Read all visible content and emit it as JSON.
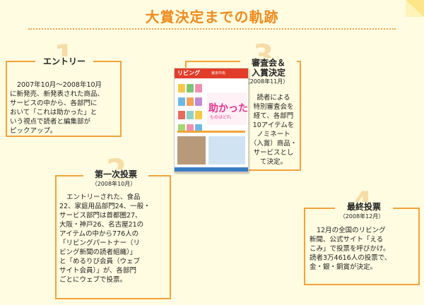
{
  "page": {
    "title": "大賞決定までの軌跡"
  },
  "steps": [
    {
      "number": "1",
      "heading": "エントリー",
      "date": "",
      "text": "2007年10月～2008年10月\nに新発売、新発表された商品、\nサービスの中から、各部門に\nおいて「これは助かった」と\nいう視点で読者と編集部が\nピックアップ。"
    },
    {
      "number": "2",
      "heading": "第一次投票",
      "date": "（2008年10月）",
      "text": "エントリーされた、食品\n22、家庭用品部門24、一般・\nサービス部門は首都圏27、\n大阪・神戸26、名古屋21の\nアイテムの中から776人の\n「リビングパートナー（リ\nビング新聞の読者組織）」\nと「めるりび会員（ウェブ\nサイト会員）」が、各部門\nごとにウェブで投票。"
    },
    {
      "number": "3",
      "heading": "審査会＆\n入賞決定",
      "date": "（2008年11月）",
      "text": "読者による\n特別審査会を\n経て、各部門\n10アイテムを\nノミネート\n（入賞）商品・\nサービスとし\nて決定。"
    },
    {
      "number": "4",
      "heading": "最終投票",
      "date": "（2008年12月）",
      "text": "12月の全国のリビング\n新聞、公式サイト「える\nこみ」で投票を呼びかけ。\n読者3万4616人の投票で、\n金・銀・銅賞が決定。"
    }
  ],
  "magazine": {
    "brand": "リビング",
    "subtitle": "東京中央",
    "headline": "助かった",
    "subheadline": "ものはどれ"
  },
  "colors": {
    "accent": "#f08a1c",
    "border": "#f2a33a",
    "background": "#fffce2",
    "magazine_pink": "#e7338a",
    "magazine_red": "#e23c2a"
  }
}
